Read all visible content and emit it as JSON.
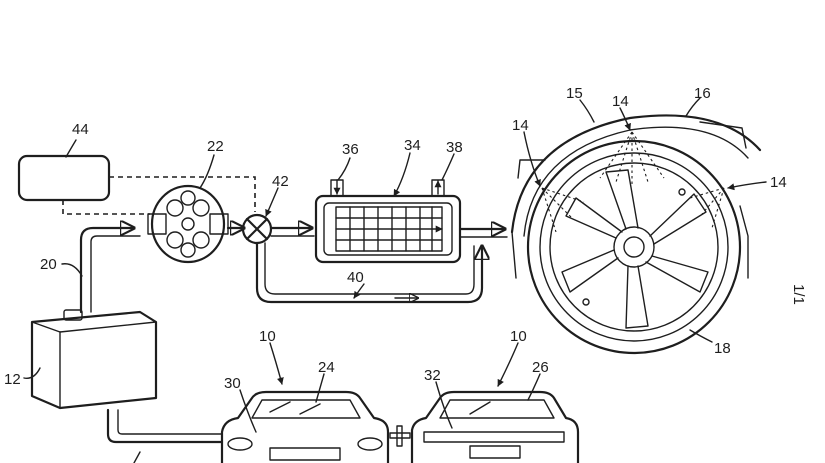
{
  "labels": {
    "l44": "44",
    "l22": "22",
    "l42": "42",
    "l36": "36",
    "l34": "34",
    "l38": "38",
    "l40": "40",
    "l20": "20",
    "l12": "12",
    "l10a": "10",
    "l10b": "10",
    "l24": "24",
    "l26": "26",
    "l30": "30",
    "l32": "32",
    "l14a": "14",
    "l14b": "14",
    "l14c": "14",
    "l15": "15",
    "l16": "16",
    "l18": "18"
  },
  "page_number": "1/1"
}
